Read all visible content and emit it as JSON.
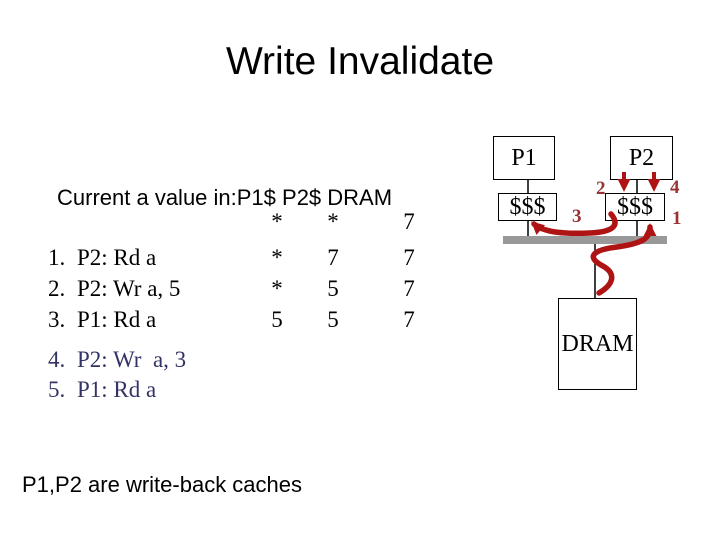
{
  "title": "Write Invalidate",
  "footer": "P1,P2 are write-back caches",
  "trace": {
    "header_line": "Current a value in:P1$ P2$ DRAM",
    "columns": [
      "P1$",
      "P2$",
      "DRAM"
    ],
    "rows": [
      {
        "num": "",
        "label": "",
        "p1": "*",
        "p2": "*",
        "dram": "7",
        "highlighted": false
      },
      {
        "num": "1.",
        "label": "P2: Rd a",
        "p1": "*",
        "p2": "7",
        "dram": "7",
        "highlighted": false
      },
      {
        "num": "2.",
        "label": "P2: Wr a, 5",
        "p1": "*",
        "p2": "5",
        "dram": "7",
        "highlighted": false
      },
      {
        "num": "3.",
        "label": "P1: Rd a",
        "p1": "5",
        "p2": "5",
        "dram": "7",
        "highlighted": false
      },
      {
        "num": "4.",
        "label": "P2: Wr  a, 3",
        "p1": "",
        "p2": "",
        "dram": "",
        "highlighted": true
      },
      {
        "num": "5.",
        "label": "P1: Rd a",
        "p1": "",
        "p2": "",
        "dram": "",
        "highlighted": true
      }
    ]
  },
  "diagram": {
    "processor1": "P1",
    "processor2": "P2",
    "cache1": "$$$",
    "cache2": "$$$",
    "memory": "DRAM",
    "steps": {
      "step1": "1",
      "step2": "2",
      "step3": "3",
      "step4": "4"
    }
  },
  "colors": {
    "arrow_red": "#ae1414",
    "step_label_red": "#993333",
    "bus_gray": "#999999",
    "highlight_navy": "#333366",
    "text_black": "#000000"
  }
}
